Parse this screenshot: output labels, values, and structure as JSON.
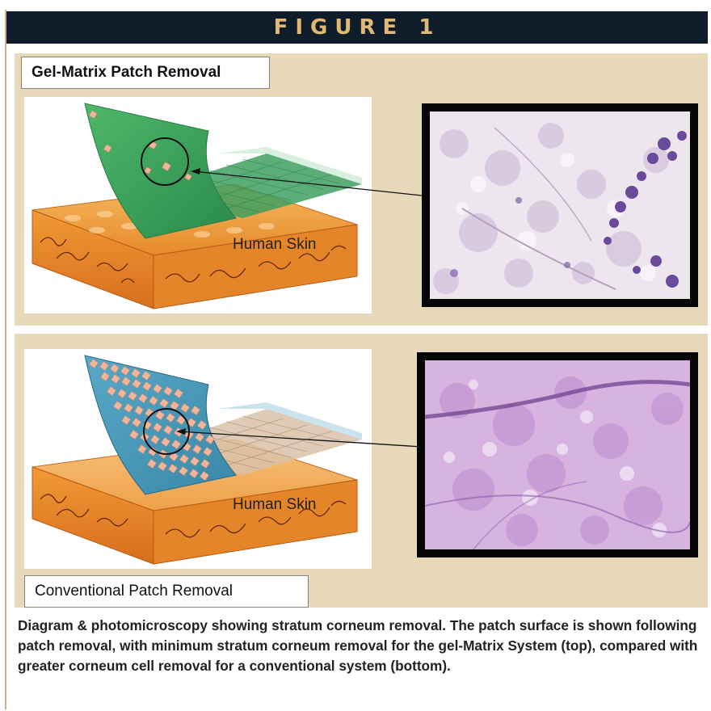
{
  "header": {
    "title": "FIGURE 1"
  },
  "top_panel": {
    "label": "Gel-Matrix Patch Removal",
    "skin_label": "Human Skin",
    "patch_color": "#3aa05a"
  },
  "bottom_panel": {
    "label": "Conventional Patch Removal",
    "skin_label": "Human Skin",
    "patch_color": "#4a9ab8"
  },
  "caption": "Diagram & photomicroscopy showing stratum corneum removal. The patch surface is shown following patch removal, with minimum stratum corneum removal for the gel-Matrix System (top), compared with greater corneum cell removal for a conventional system (bottom)."
}
